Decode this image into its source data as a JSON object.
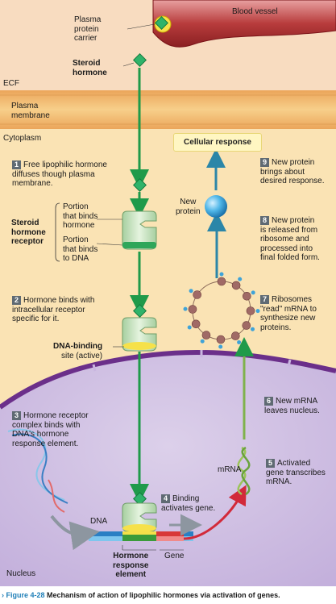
{
  "labels": {
    "blood_vessel": "Blood vessel",
    "plasma_protein_carrier": "Plasma\nprotein\ncarrier",
    "steroid_hormone": "Steroid\nhormone",
    "ecf": "ECF",
    "plasma_membrane": "Plasma\nmembrane",
    "cytoplasm": "Cytoplasm",
    "cellular_response": "Cellular response",
    "steroid_hormone_receptor": "Steroid\nhormone\nreceptor",
    "portion_binds_hormone": "Portion\nthat binds\nhormone",
    "portion_binds_dna": "Portion\nthat binds\nto DNA",
    "dna_binding_site": "DNA-binding",
    "dna_binding_site_state": "site (active)",
    "new_protein": "New\nprotein",
    "mrna": "mRNA",
    "dna": "DNA",
    "hormone_response_element": "Hormone\nresponse\nelement",
    "gene": "Gene",
    "nucleus": "Nucleus"
  },
  "steps": [
    {
      "n": "1",
      "text": "Free lipophilic hormone\ndiffuses though plasma\nmembrane."
    },
    {
      "n": "2",
      "text": "Hormone binds with\nintracellular receptor\nspecific for it."
    },
    {
      "n": "3",
      "text": "Hormone receptor\ncomplex binds with\nDNA's hormone\nresponse element."
    },
    {
      "n": "4",
      "text": "Binding\nactivates gene."
    },
    {
      "n": "5",
      "text": "Activated\ngene transcribes\nmRNA."
    },
    {
      "n": "6",
      "text": "New mRNA\nleaves nucleus."
    },
    {
      "n": "7",
      "text": "Ribosomes\n\"read\" mRNA to\nsynthesize new\nproteins."
    },
    {
      "n": "8",
      "text": "New protein\nis released from\nribosome and\nprocessed into\nfinal folded form."
    },
    {
      "n": "9",
      "text": "New protein\nbrings about\ndesired response."
    }
  ],
  "caption": {
    "figure": "› Figure 4-28",
    "text": "Mechanism of action of lipophilic hormones via activation of genes."
  },
  "colors": {
    "ecf": "#f8dcc0",
    "membrane": "#f7cf8a",
    "cytoplasm": "#fae3b4",
    "nucleus": "#c2aedb",
    "hormone": "#2fb36a",
    "blood_vessel": "#b83c3c",
    "protein": "#4fb6e8",
    "caption_accent": "#1f7fb8"
  }
}
